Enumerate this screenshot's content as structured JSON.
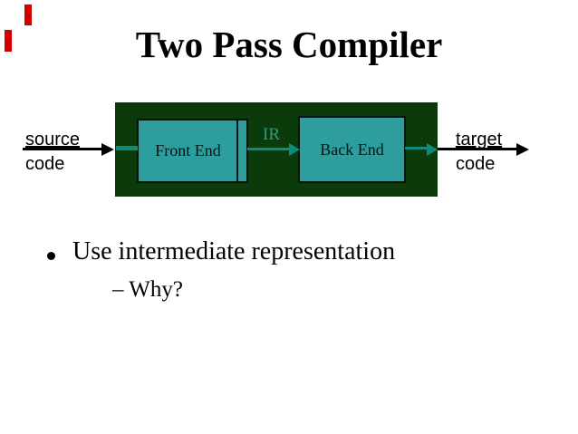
{
  "title": "Two Pass Compiler",
  "diagram": {
    "input_label": {
      "line1": "source",
      "line2": "code"
    },
    "output_label": {
      "line1": "target",
      "line2": "code"
    },
    "boxes": {
      "front_end": "Front End",
      "back_end": "Back End"
    },
    "arrow_label": "IR"
  },
  "bullets": {
    "item": "Use intermediate representation",
    "sub_item": "– Why?"
  },
  "colors": {
    "slide_background": "#FFFFFF",
    "container_green": "#0B3B0B",
    "box_teal": "#2E9D9D",
    "arrow_teal": "#0E8B7B",
    "ir_label_teal": "#2C9C8A",
    "red_marker": "#D40000",
    "text_black": "#000000"
  }
}
